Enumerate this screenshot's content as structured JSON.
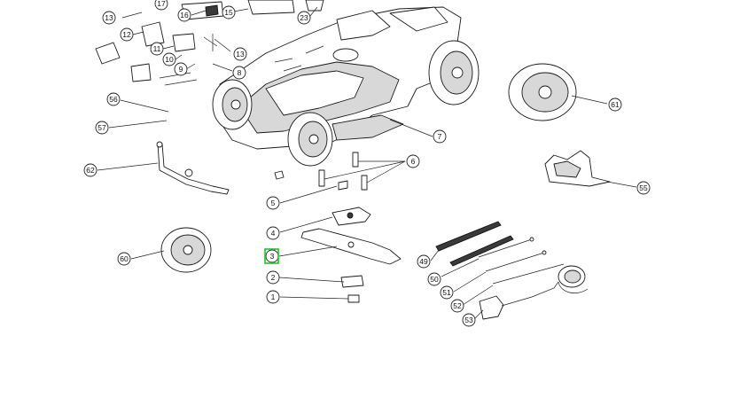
{
  "diagram": {
    "callouts": {
      "c1": "1",
      "c2": "2",
      "c3": "3",
      "c4": "4",
      "c5": "5",
      "c6": "6",
      "c7": "7",
      "c8": "8",
      "c9": "9",
      "c10": "10",
      "c11": "11",
      "c12": "12",
      "c13a": "13",
      "c13b": "13",
      "c15": "15",
      "c16": "16",
      "c17": "17",
      "c23": "23",
      "c49": "49",
      "c50": "50",
      "c51": "51",
      "c52": "52",
      "c53": "53",
      "c55": "55",
      "c56": "56",
      "c57": "57",
      "c60": "60",
      "c61": "61",
      "c62": "62"
    },
    "selected_part": "3",
    "highlight_color": "#22c02b"
  }
}
